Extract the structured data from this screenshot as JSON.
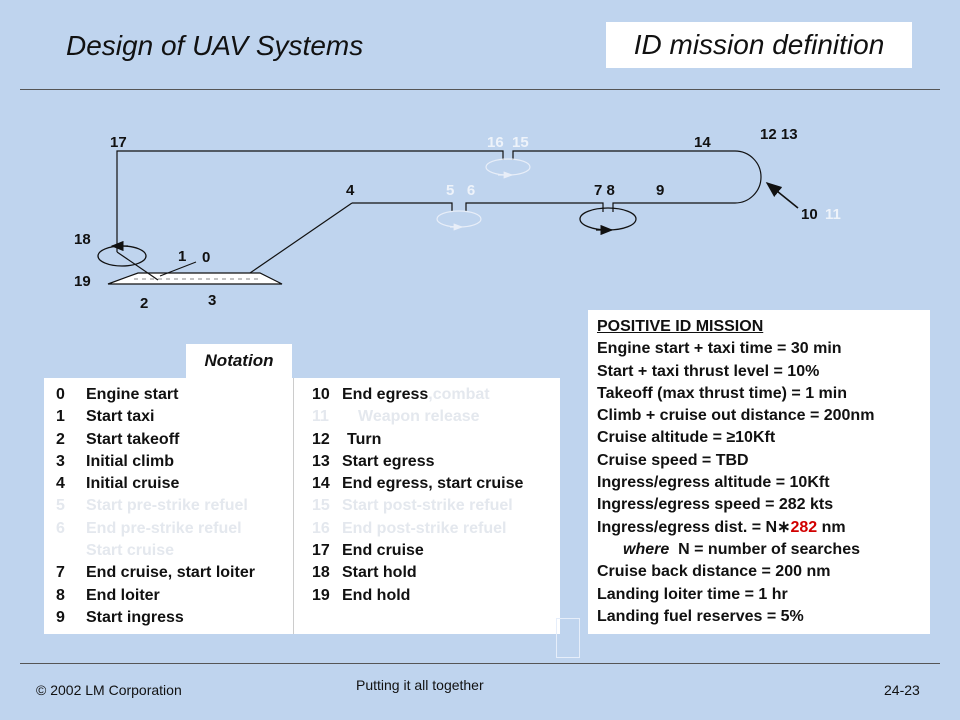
{
  "header": {
    "title": "Design of UAV Systems",
    "section": "ID mission definition"
  },
  "diagram": {
    "points": [
      {
        "id": "17",
        "text": "17",
        "faded": false
      },
      {
        "id": "16-15",
        "text": "16  15",
        "faded": true
      },
      {
        "id": "14",
        "text": "14",
        "faded": false
      },
      {
        "id": "12-13",
        "text": "12 13",
        "faded": false
      },
      {
        "id": "4",
        "text": "4",
        "faded": false
      },
      {
        "id": "5-6",
        "text": "5   6",
        "faded": true
      },
      {
        "id": "7-8",
        "text": "7 8",
        "faded": false
      },
      {
        "id": "9",
        "text": "9",
        "faded": false
      },
      {
        "id": "10",
        "text": "10",
        "faded": false
      },
      {
        "id": "11",
        "text": "11",
        "faded": true
      },
      {
        "id": "18",
        "text": "18",
        "faded": false
      },
      {
        "id": "1",
        "text": "1",
        "faded": false
      },
      {
        "id": "0",
        "text": "0",
        "faded": false
      },
      {
        "id": "19",
        "text": "19",
        "faded": false
      },
      {
        "id": "2",
        "text": "2",
        "faded": false
      },
      {
        "id": "3",
        "text": "3",
        "faded": false
      }
    ]
  },
  "notation": {
    "tab_label": "Notation",
    "left": [
      {
        "num": "0",
        "text": "Engine start",
        "faded": false
      },
      {
        "num": "1",
        "text": "Start taxi",
        "faded": false
      },
      {
        "num": "2",
        "text": "Start takeoff",
        "faded": false
      },
      {
        "num": "3",
        "text": "Initial climb",
        "faded": false
      },
      {
        "num": "4",
        "text": "Initial cruise",
        "faded": false
      },
      {
        "num": "5",
        "text": "Start pre-strike refuel",
        "faded": true
      },
      {
        "num": "6",
        "text": "End pre-strike refuel",
        "faded": true
      },
      {
        "num": "",
        "text": "Start cruise",
        "faded": true
      },
      {
        "num": "7",
        "text": "End cruise, start loiter",
        "faded": false
      },
      {
        "num": "8",
        "text": "End loiter",
        "faded": false
      },
      {
        "num": "9",
        "text": "Start ingress",
        "faded": false
      }
    ],
    "right": {
      "r10_num": "10",
      "r10_text": "End egress",
      "r10_faded": ",combat",
      "r11_num": "11",
      "r11_text": "Weapon release",
      "r12_num": "12",
      "r12_text": "Turn",
      "r13_num": "13",
      "r13_text": "Start egress",
      "r14_num": "14",
      "r14_text": "End egress, start cruise",
      "r15_num": "15",
      "r15_text": "Start post-strike refuel",
      "r16_num": "16",
      "r16_text": "End post-strike refuel",
      "r17_num": "17",
      "r17_text": "End cruise",
      "r18_num": "18",
      "r18_text": "Start hold",
      "r19_num": "19",
      "r19_text": "End hold"
    }
  },
  "mission": {
    "heading": "POSITIVE ID  MISSION",
    "lines": [
      "Engine start + taxi time = 30 min",
      "Start + taxi thrust level = 10%",
      "Takeoff (max thrust time) = 1 min",
      "Climb + cruise out distance = 200nm",
      "Cruise altitude = ≥10Kft",
      "Cruise speed = TBD",
      "Ingress/egress altitude = 10Kft",
      "Ingress/egress speed = 282 kts"
    ],
    "dist_prefix": "Ingress/egress dist. = N",
    "dist_star": "∗",
    "dist_value": "282",
    "dist_unit": " nm",
    "where_word": "where",
    "where_text": "  N = number of searches",
    "lines2": [
      "Cruise back distance = 200 nm",
      "Landing loiter time = 1 hr",
      "Landing fuel reserves = 5%"
    ]
  },
  "footer": {
    "copyright": "© 2002 LM Corporation",
    "center": "Putting it all together",
    "page": "24-23"
  },
  "colors": {
    "background": "#bfd4ee",
    "highlight": "#d10000"
  }
}
